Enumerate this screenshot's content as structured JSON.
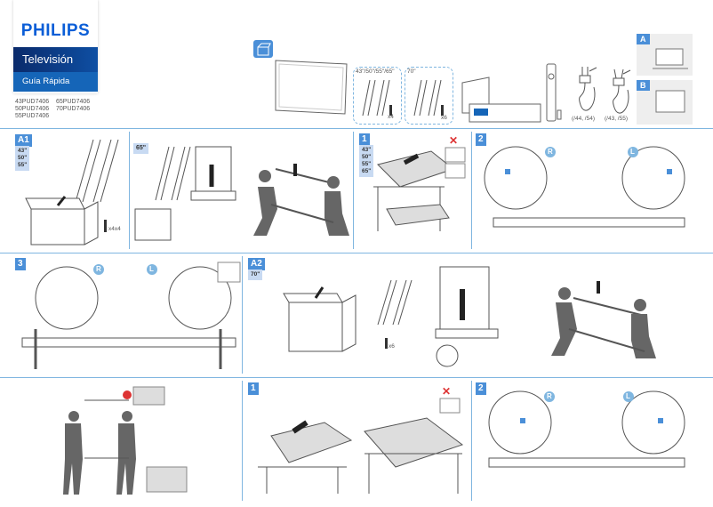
{
  "header": {
    "brand": "PHILIPS",
    "title": "Televisión",
    "subtitle": "Guía Rápida",
    "models": [
      "43PUD7406",
      "65PUD7406",
      "50PUD7406",
      "70PUD7406",
      "55PUD7406"
    ]
  },
  "accessories": {
    "stand_sizes_small": "43\"/50\"/55\"/65\"",
    "stand_sizes_large": "70\"",
    "screws_small": "x4",
    "screws_large": "x6",
    "cord_1": "(/44, /54)",
    "cord_2": "(/43, /55)"
  },
  "options": {
    "a": "A",
    "b": "B"
  },
  "row1": {
    "a1_tag": "A1",
    "a1_sizes": [
      "43\"",
      "50\"",
      "55\""
    ],
    "screws": "x4x4",
    "size_65": "65\"",
    "step1_tag": "1",
    "step1_sizes": [
      "43\"",
      "50\"",
      "55\"",
      "65\""
    ],
    "step2_tag": "2",
    "left_label": "R",
    "right_label": "L"
  },
  "row2": {
    "step3_tag": "3",
    "left_label": "R",
    "right_label": "L",
    "a2_tag": "A2",
    "a2_size": "70\"",
    "screws": "x6"
  },
  "row3": {
    "step1_tag": "1",
    "step2_tag": "2",
    "left_label": "R",
    "right_label": "L"
  },
  "colors": {
    "accent": "#4a8fd8",
    "divider": "#7fb6e0",
    "brand": "#0b5ed7"
  }
}
